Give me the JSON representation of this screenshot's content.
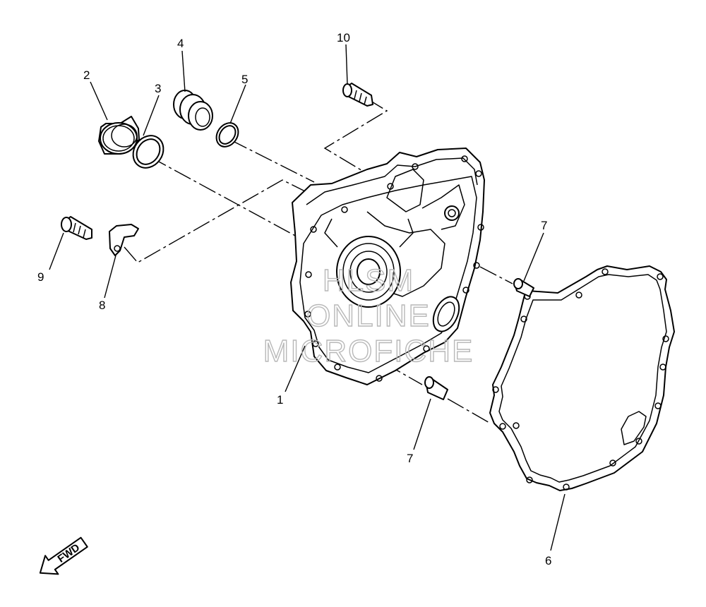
{
  "callouts": {
    "c1": "1",
    "c2": "2",
    "c3": "3",
    "c4": "4",
    "c5": "5",
    "c6": "6",
    "c7a": "7",
    "c7b": "7",
    "c8": "8",
    "c9": "9",
    "c10": "10"
  },
  "watermark": {
    "line1": "HLSM",
    "line2": "ONLINE",
    "line3": "MICROFICHE"
  },
  "fwd_label": "FWD"
}
